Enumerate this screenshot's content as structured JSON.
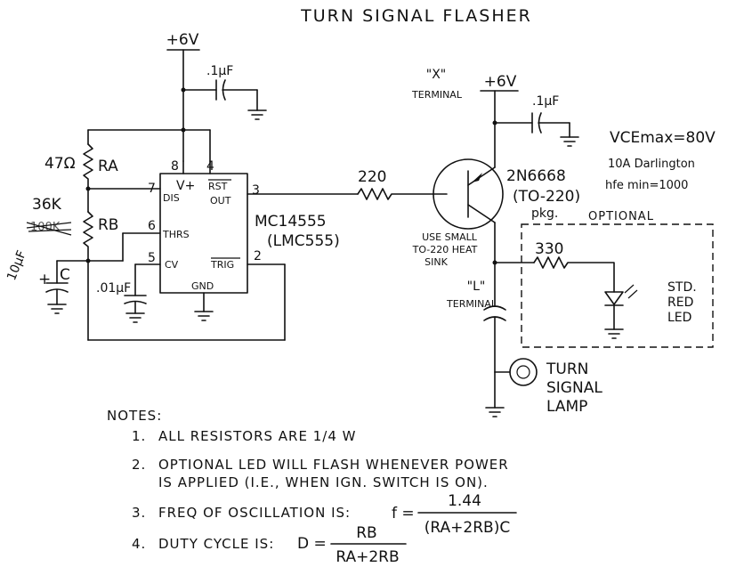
{
  "title": "TURN SIGNAL FLASHER",
  "supply": {
    "left": "+6V",
    "right": "+6V"
  },
  "capacitors": {
    "decouple_left": ".1µF",
    "decouple_right": ".1µF",
    "timing": "10µF",
    "timing_ref": "C",
    "timing_polarity": "+",
    "control": ".01µF"
  },
  "resistors": {
    "ra_value": "47Ω",
    "ra_ref": "RA",
    "rb_value": "36K",
    "rb_struck": "100K",
    "rb_ref": "RB",
    "base": "220",
    "led": "330"
  },
  "ic": {
    "part": "MC14555",
    "alt": "(LMC555)",
    "pins": [
      {
        "num": "8",
        "name": "V+"
      },
      {
        "num": "4",
        "name": "RST"
      },
      {
        "num": "7",
        "name": "DIS"
      },
      {
        "num": "3",
        "name": "OUT"
      },
      {
        "num": "6",
        "name": "THRS"
      },
      {
        "num": "5",
        "name": "CV"
      },
      {
        "num": "2",
        "name": "TRIG"
      },
      {
        "num": "",
        "name": "GND"
      }
    ]
  },
  "transistor": {
    "part": "2N6668",
    "package": "(TO-220)",
    "package_word": "pkg.",
    "specs": [
      "VCEmax=80V",
      "10A Darlington",
      "hfe min=1000"
    ],
    "heatsink": [
      "USE SMALL",
      "TO-220 HEAT",
      "SINK"
    ]
  },
  "terminals": {
    "x_label": "\"X\"",
    "x_word": "TERMINAL",
    "l_label": "\"L\"",
    "l_word": "TERMINAL"
  },
  "optional": {
    "label": "OPTIONAL",
    "led_text": [
      "STD.",
      "RED",
      "LED"
    ]
  },
  "lamp": [
    "TURN",
    "SIGNAL",
    "LAMP"
  ],
  "notes": {
    "heading": "NOTES:",
    "items": [
      {
        "num": "1.",
        "lines": [
          "ALL RESISTORS ARE 1/4 W"
        ]
      },
      {
        "num": "2.",
        "lines": [
          "OPTIONAL LED WILL FLASH WHENEVER POWER",
          "IS APPLIED (I.E., WHEN IGN. SWITCH IS ON)."
        ]
      },
      {
        "num": "3.",
        "lines": [
          "FREQ OF OSCILLATION IS:"
        ]
      },
      {
        "num": "4.",
        "lines": [
          "DUTY CYCLE IS:"
        ]
      }
    ],
    "freq_formula": {
      "lhs": "f =",
      "numerator": "1.44",
      "denominator": "(RA+2RB)C"
    },
    "duty_formula": {
      "lhs": "D =",
      "numerator": "RB",
      "denominator": "RA+2RB"
    }
  }
}
